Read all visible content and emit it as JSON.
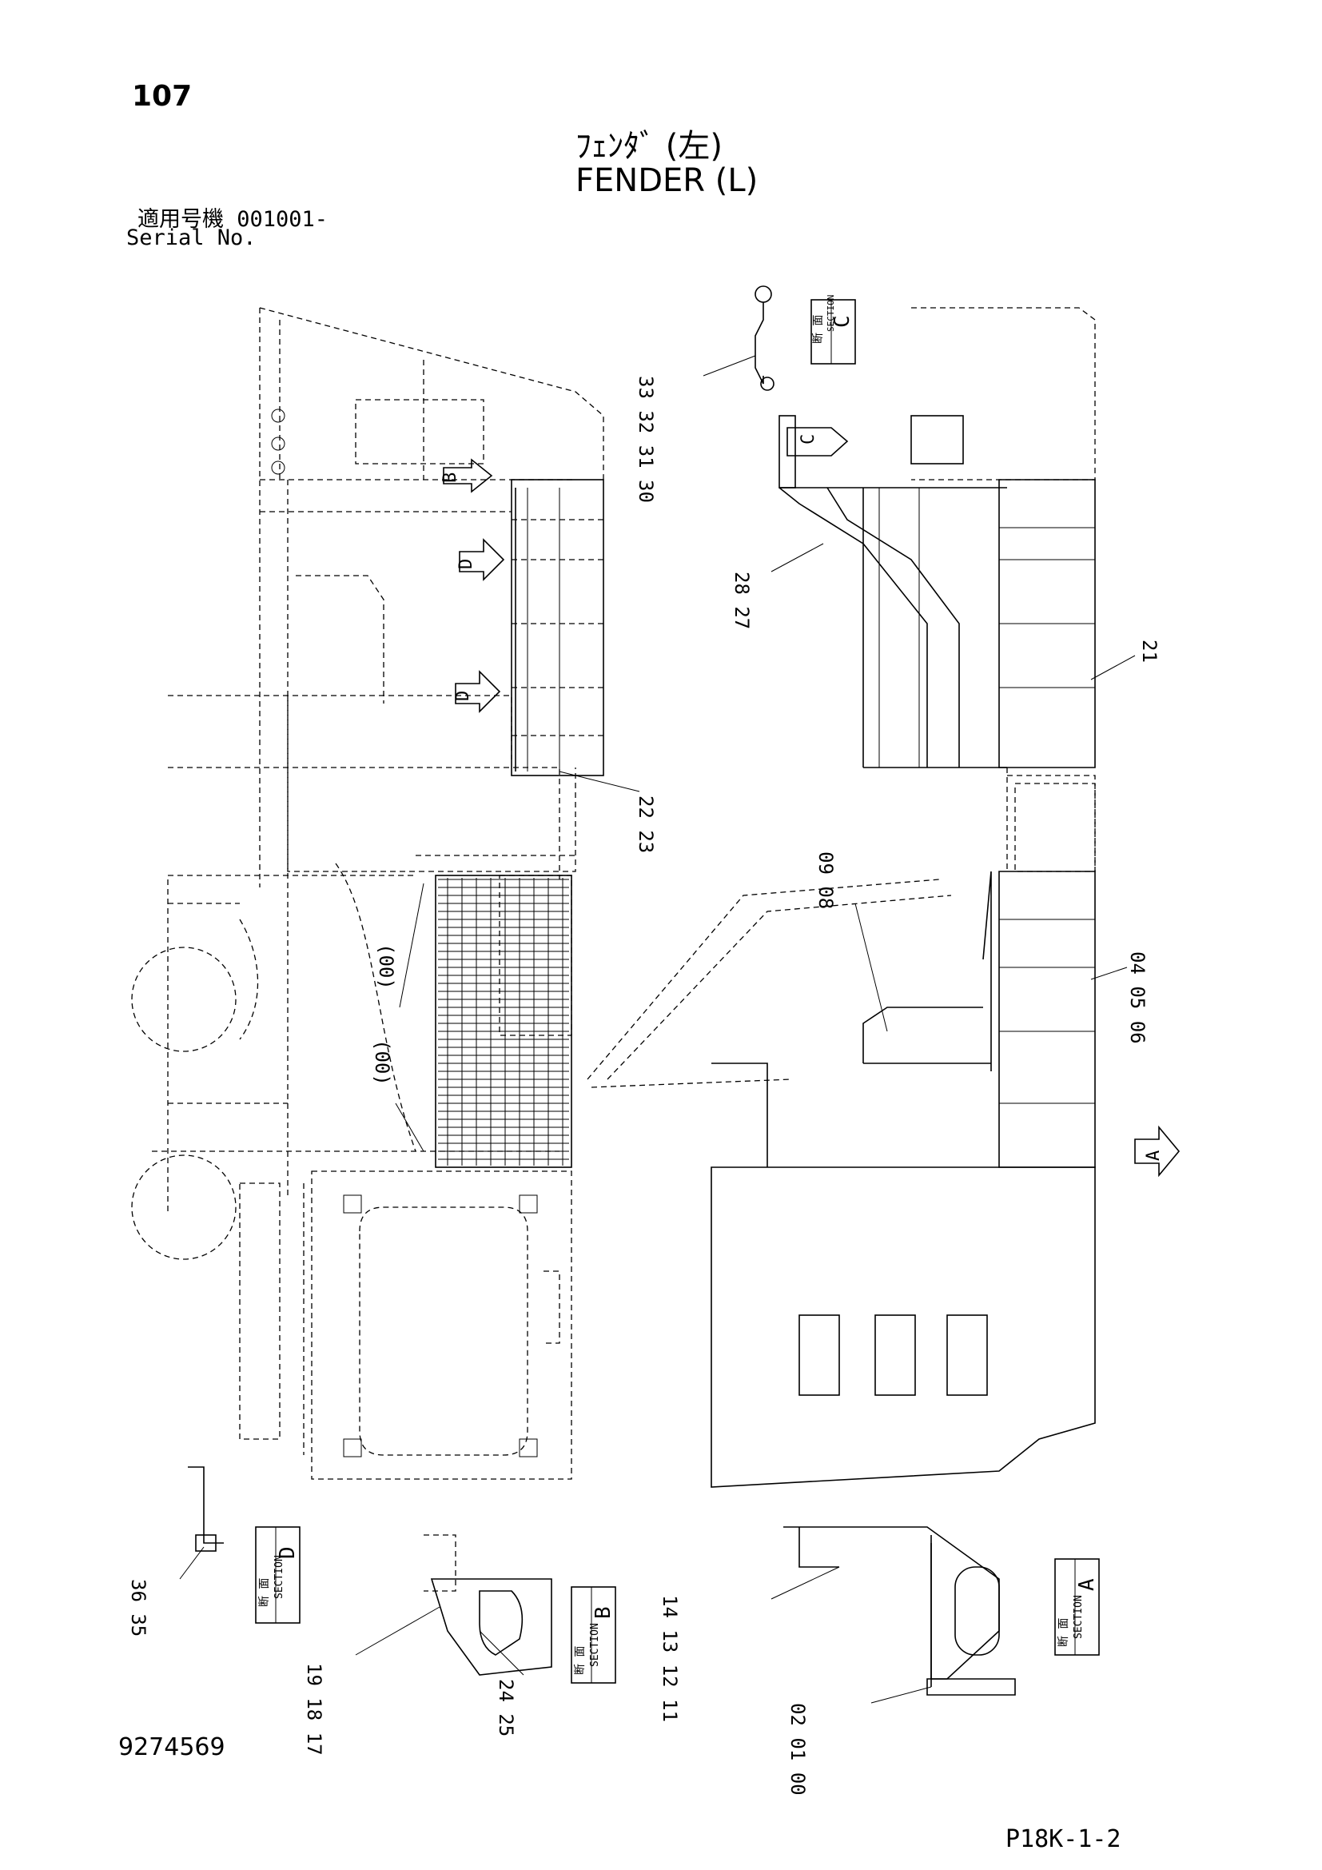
{
  "header": {
    "page_number": "107",
    "title_ja": "ﾌｪﾝﾀﾞ (左)",
    "title_en": "FENDER (L)",
    "serial_label_ja": "適用号機 001001-",
    "serial_label_en": "Serial No."
  },
  "sections": {
    "label_ja": "断 面",
    "label_en": "SECTION",
    "a": "A",
    "b": "B",
    "c": "C",
    "d": "D"
  },
  "view_arrows": {
    "a": "A",
    "b": "B",
    "c": "C",
    "d1": "D",
    "d2": "D"
  },
  "callouts": {
    "c33_30": "33 32 31 30",
    "c28_27": "28 27",
    "c21": "21",
    "c22_23": "22 23",
    "c09_08": "09 08",
    "c04_06": "04 05 06",
    "c00a": "(00)",
    "c00b": "(00)",
    "c36_35": "36 35",
    "c19_17": "19 18 17",
    "c24_25": "24 25",
    "c14_11": "14 13 12 11",
    "c02_00": "02 01 00"
  },
  "footer": {
    "doc_number": "9274569",
    "page_code": "P18K-1-2"
  }
}
